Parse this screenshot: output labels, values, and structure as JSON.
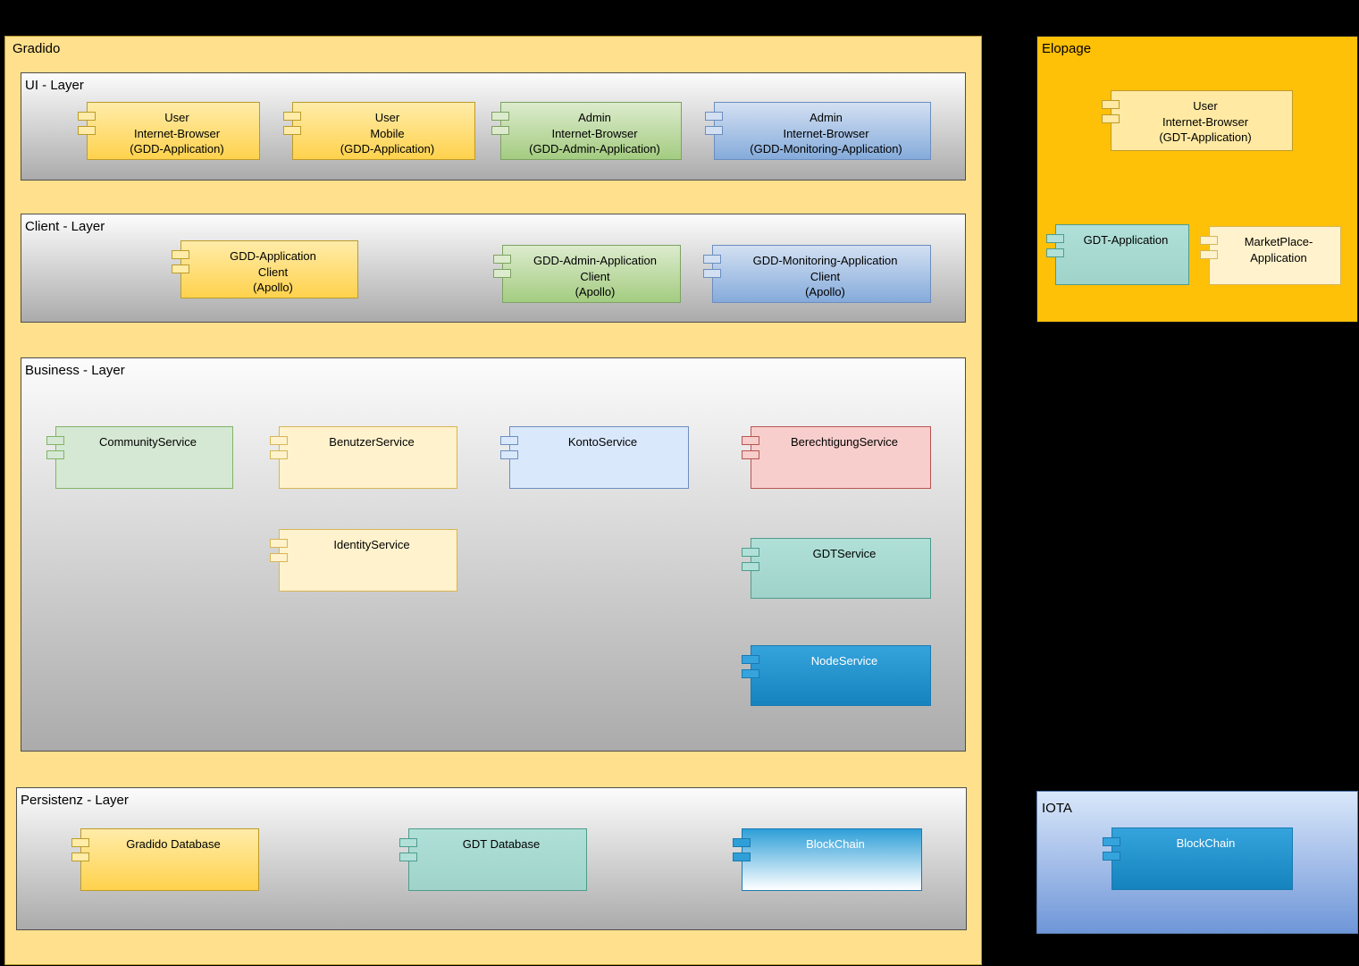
{
  "palette": {
    "background": "#000000",
    "gradido_fill": "#ffe08c",
    "elopage_fill": "#ffc008",
    "iota_fill_top": "#d9e7fa",
    "iota_fill_bottom": "#6f96d8",
    "layer_fill_top": "#fcfcfc",
    "layer_fill_bottom": "#ababab",
    "component_yellow": "#ffd24d",
    "component_light_yellow": "#fff2cc",
    "component_green": "#a4cc81",
    "component_light_green": "#d5e8d4",
    "component_blue": "#85abdb",
    "component_light_blue": "#dae8fc",
    "component_pink": "#f8cecc",
    "component_teal": "#b0e0d8",
    "component_strong_blue": "#1583bd"
  },
  "gradido": {
    "title": "Gradido",
    "ui_layer": {
      "title": "UI - Layer",
      "components": [
        {
          "label": "User\nInternet-Browser\n(GDD-Application)"
        },
        {
          "label": "User\nMobile\n(GDD-Application)"
        },
        {
          "label": "Admin\nInternet-Browser\n(GDD-Admin-Application)"
        },
        {
          "label": "Admin\nInternet-Browser\n(GDD-Monitoring-Application)"
        }
      ]
    },
    "client_layer": {
      "title": "Client - Layer",
      "components": [
        {
          "label": "GDD-Application\nClient\n(Apollo)"
        },
        {
          "label": "GDD-Admin-Application\nClient\n(Apollo)"
        },
        {
          "label": "GDD-Monitoring-Application\nClient\n(Apollo)"
        }
      ]
    },
    "business_layer": {
      "title": "Business - Layer",
      "components": [
        {
          "label": "CommunityService"
        },
        {
          "label": "BenutzerService"
        },
        {
          "label": "KontoService"
        },
        {
          "label": "BerechtigungService"
        },
        {
          "label": "IdentityService"
        },
        {
          "label": "GDTService"
        },
        {
          "label": "NodeService"
        }
      ]
    },
    "persistenz_layer": {
      "title": "Persistenz - Layer",
      "components": [
        {
          "label": "Gradido Database"
        },
        {
          "label": "GDT Database"
        },
        {
          "label": "BlockChain"
        }
      ]
    }
  },
  "elopage": {
    "title": "Elopage",
    "components": [
      {
        "label": "User\nInternet-Browser\n(GDT-Application)"
      },
      {
        "label": "GDT-Application"
      },
      {
        "label": "MarketPlace-\nApplication"
      }
    ]
  },
  "iota": {
    "title": "IOTA",
    "components": [
      {
        "label": "BlockChain"
      }
    ]
  }
}
